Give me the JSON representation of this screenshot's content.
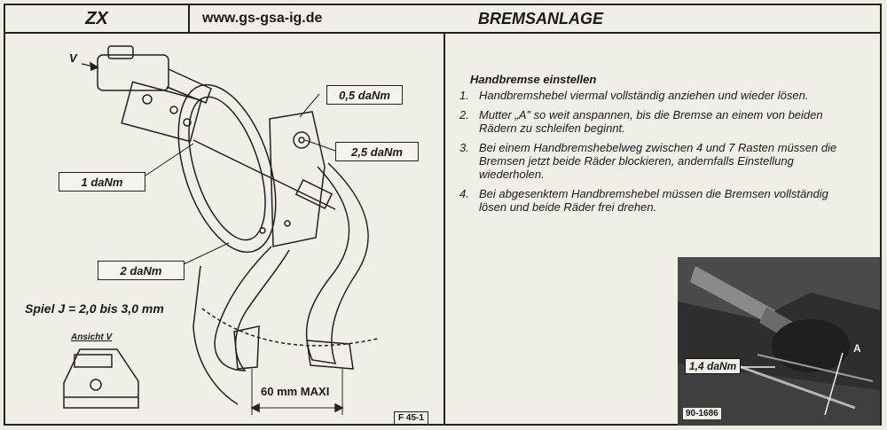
{
  "header": {
    "model": "ZX",
    "url": "www.gs-gsa-ig.de",
    "title": "BREMSANLAGE"
  },
  "diagram": {
    "arrow_label": "V",
    "torque_top": "0,5 daNm",
    "torque_right": "2,5 daNm",
    "torque_left": "1 daNm",
    "torque_bottom": "2 daNm",
    "play": "Spiel J = 2,0 bis 3,0 mm",
    "view_label": "Ansicht V",
    "dimension": "60 mm MAXI",
    "figure_ref": "F 45-1"
  },
  "instructions": {
    "title": "Handbremse einstellen",
    "steps": [
      {
        "n": "1.",
        "text": "Handbremshebel viermal vollständig anziehen und wieder lösen."
      },
      {
        "n": "2.",
        "text": "Mutter „A\" so weit anspannen, bis die Bremse an einem von beiden Rädern zu schleifen beginnt."
      },
      {
        "n": "3.",
        "text": "Bei einem Handbremshebelweg zwischen 4 und 7 Rasten müssen die Bremsen jetzt beide Räder blockieren, andernfalls Einstellung wiederholen."
      },
      {
        "n": "4.",
        "text": "Bei abgesenktem Handbremshebel müssen die Bremsen vollständig lösen und beide Räder frei drehen."
      }
    ]
  },
  "photo": {
    "torque": "1,4 daNm",
    "marker": "A",
    "ref": "90-1686"
  }
}
